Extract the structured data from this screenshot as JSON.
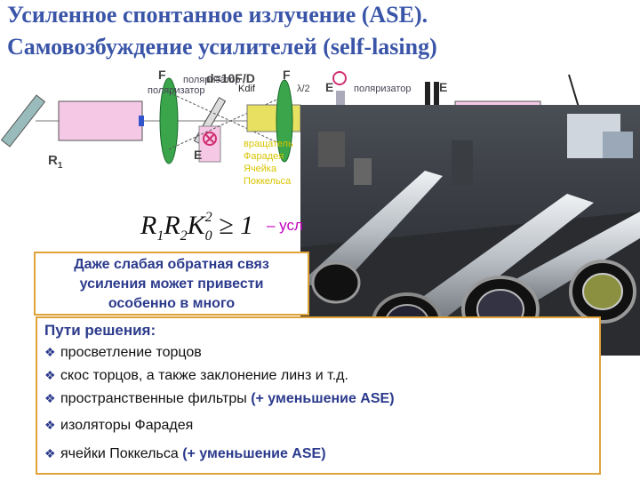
{
  "title": {
    "line1": "Усиленное спонтанное излучение (ASE).",
    "line2": "Самовозбуждение усилителей (self-lasing)"
  },
  "scheme": {
    "label_F_left": "F",
    "label_F_right": "F",
    "label_polarizer_1": "поляризатор",
    "label_polarizer_2": "поляризатор",
    "label_lambda2": "λ/2",
    "label_E_1": "E",
    "label_E_2": "E",
    "label_E_3": "E",
    "label_R1": "R",
    "label_R1_sub": "1",
    "label_kdif": "d=10F/D",
    "label_kdif_2": "Kdif",
    "label_faraday_1": "вращатель",
    "label_faraday_2": "Фарадея",
    "label_pockels_1": "Ячейка",
    "label_pockels_2": "Поккельса"
  },
  "formula": {
    "text": "R",
    "sub1": "1",
    "r2": "R",
    "sub2": "2",
    "k": "K",
    "ksub": "0",
    "kexp": "2",
    "rest": " ≥ 1",
    "condition": "– усл"
  },
  "warning": {
    "line1": "Даже слабая обратная связ",
    "line2": "усиления может привести",
    "line3": "особенно в много"
  },
  "solutions": {
    "heading": "Пути решения:",
    "items": [
      {
        "text": "просветление торцов",
        "extra": ""
      },
      {
        "text": "скос торцов, а также заклонение линз и т.д.",
        "extra": ""
      },
      {
        "text": "пространственные фильтры ",
        "extra": "(+ уменьшение ASE)"
      },
      {
        "text": "изоляторы Фарадея",
        "extra": ""
      },
      {
        "text": "ячейки Поккельса  ",
        "extra": "(+ уменьшение ASE)"
      }
    ]
  },
  "colors": {
    "title": "#3a55a8",
    "accent": "#2b3a8c",
    "box_border": "#e0a23a",
    "condition": "#c000c0"
  }
}
